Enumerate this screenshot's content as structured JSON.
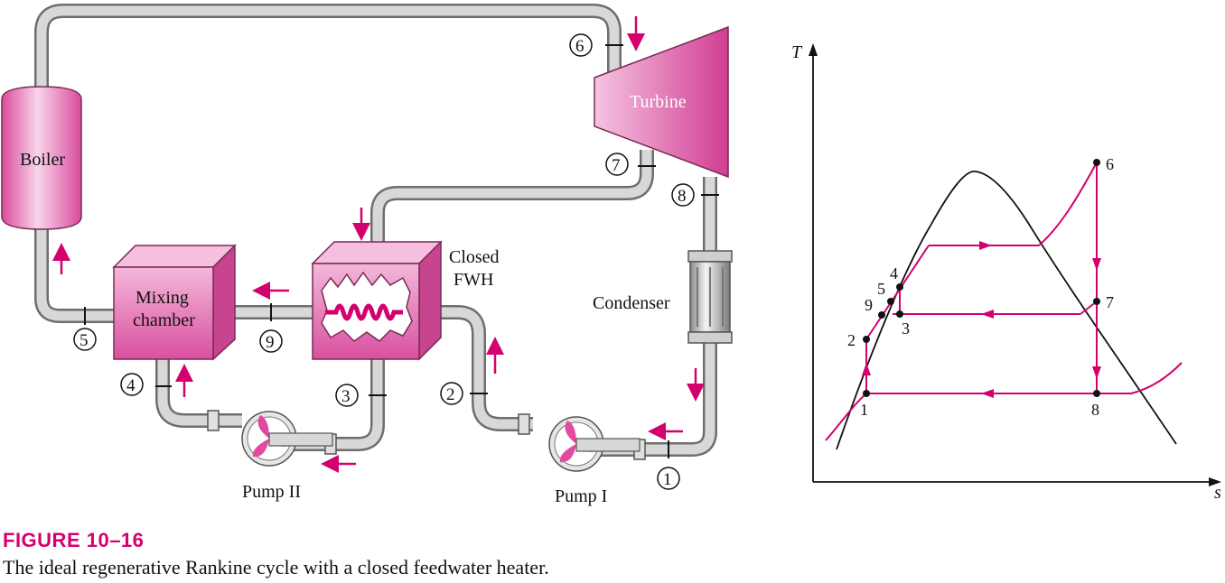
{
  "figure": {
    "label": "FIGURE 10–16",
    "caption": "The ideal regenerative Rankine cycle with a closed feedwater heater."
  },
  "components": {
    "boiler": "Boiler",
    "turbine": "Turbine",
    "mixing_chamber_line1": "Mixing",
    "mixing_chamber_line2": "chamber",
    "closed_fwh_line1": "Closed",
    "closed_fwh_line2": "FWH",
    "condenser": "Condenser",
    "pump_1": "Pump I",
    "pump_2": "Pump II"
  },
  "state_points": [
    "1",
    "2",
    "3",
    "4",
    "5",
    "6",
    "7",
    "8",
    "9"
  ],
  "ts_diagram": {
    "y_axis_label": "T",
    "x_axis_label": "s",
    "points": [
      "1",
      "2",
      "3",
      "4",
      "5",
      "6",
      "7",
      "8",
      "9"
    ]
  },
  "colors": {
    "accent": "#d4006e",
    "pipe": "#bdbdbd",
    "pipe_edge": "#6e6e6e",
    "component_pink": "#e890c4"
  }
}
